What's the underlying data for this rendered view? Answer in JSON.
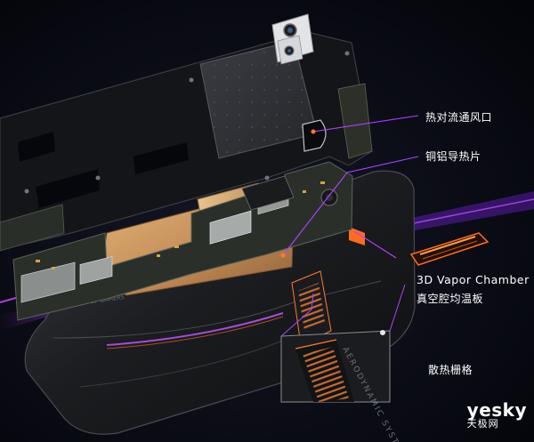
{
  "labels": {
    "vent": "热对流通风口",
    "copper": "铜铝导热片",
    "vc_en": "3D Vapor Chamber",
    "vc_cn": "真空腔均温板",
    "fins": "散热栅格"
  },
  "device": {
    "logo": "REPUBLIC OF GAMERS",
    "fin_text": "AERODYNAMIC SYSTEM"
  },
  "watermark": {
    "latin": "yesky",
    "cn": "天极网"
  },
  "colors": {
    "background": "#06070c",
    "accent_purple": "#a230ff",
    "accent_orange": "#ff7a2a",
    "copper": "#c99560",
    "pcb": "#2b2f2a",
    "frame": "#141518"
  },
  "icons": [
    "camera-module",
    "vapor-chamber-icon"
  ]
}
